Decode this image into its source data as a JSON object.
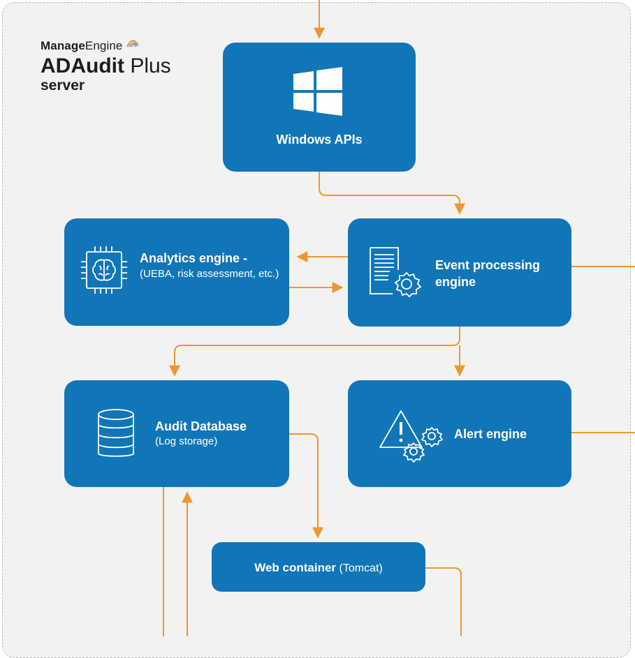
{
  "brand": {
    "vendor_bold": "Manage",
    "vendor_rest": "Engine",
    "product_bold": "ADAudit",
    "product_rest": " Plus",
    "subtitle": "server"
  },
  "nodes": {
    "windows_apis": {
      "title": "Windows APIs",
      "icon": "windows-logo-icon"
    },
    "analytics": {
      "title": "Analytics engine -",
      "subtitle": "(UEBA, risk assessment, etc.)",
      "icon": "brain-chip-icon"
    },
    "event_processing": {
      "title_line1": "Event processing",
      "title_line2": "engine",
      "icon": "document-gears-icon"
    },
    "audit_db": {
      "title": "Audit Database",
      "subtitle": "(Log storage)",
      "icon": "database-icon"
    },
    "alert": {
      "title": "Alert engine",
      "icon": "warning-gears-icon"
    },
    "web_container": {
      "title": "Web container",
      "subtitle": "(Tomcat)"
    }
  },
  "colors": {
    "node": "#1176b8",
    "connector": "#f0962e",
    "panel": "#f2f2f3",
    "panel_border": "#b9b9bd"
  }
}
